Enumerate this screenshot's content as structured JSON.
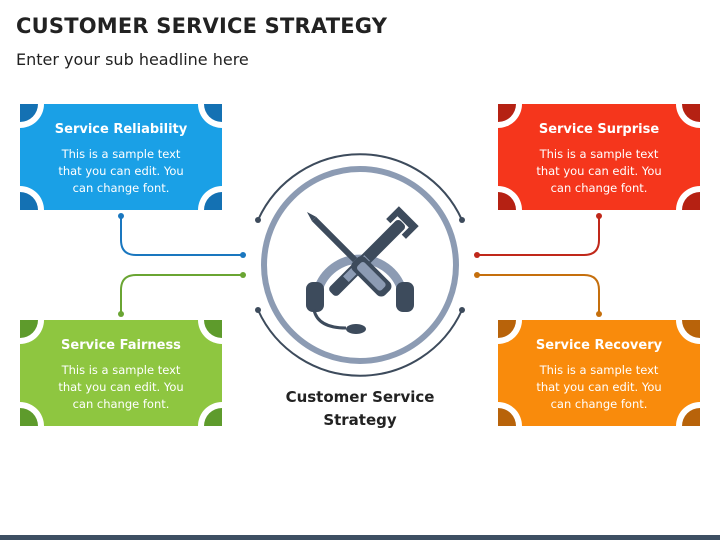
{
  "header": {
    "title": "CUSTOMER SERVICE STRATEGY",
    "subtitle": "Enter your sub headline here"
  },
  "center": {
    "label_line1": "Customer Service",
    "label_line2": "Strategy",
    "icon": "headset-wrench-screwdriver-icon"
  },
  "cards": [
    {
      "id": "reliability",
      "title": "Service Reliability",
      "body": "This is a sample text that you can edit. You can change font.",
      "color": "#1aa0e6",
      "corner_color": "#1471b3"
    },
    {
      "id": "surprise",
      "title": "Service Surprise",
      "body": "This is a sample text that you can edit. You can change font.",
      "color": "#f5361c",
      "corner_color": "#b52113"
    },
    {
      "id": "fairness",
      "title": "Service Fairness",
      "body": "This is a sample text that you can edit. You can change font.",
      "color": "#8ec640",
      "corner_color": "#5e9b2c"
    },
    {
      "id": "recovery",
      "title": "Service Recovery",
      "body": "This is a sample text that you can edit. You can change font.",
      "color": "#f98b0c",
      "corner_color": "#b8630a"
    }
  ],
  "colors": {
    "ring": "#8c9bb3",
    "icon_dark": "#3d4b5c",
    "connector_blue": "#1a77bf",
    "connector_red": "#c0281a",
    "connector_green": "#6aa533",
    "connector_orange": "#c56f0d"
  }
}
